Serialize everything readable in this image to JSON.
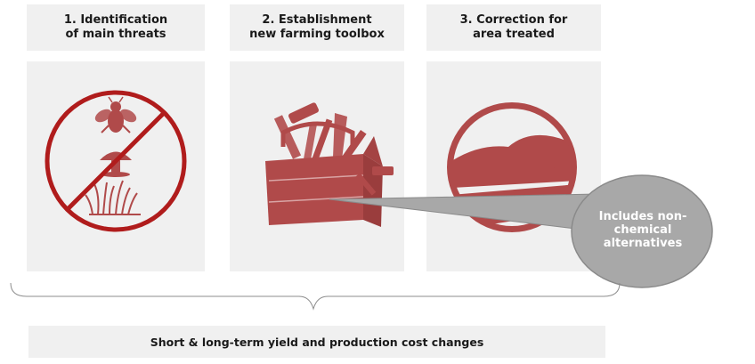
{
  "steps": [
    {
      "title": "1. Identification\nof main threats",
      "icon": "no-pests-icon"
    },
    {
      "title": "2. Establishment\nnew farming toolbox",
      "icon": "toolbox-icon"
    },
    {
      "title": "3. Correction for\narea treated",
      "icon": "field-landscape-icon"
    }
  ],
  "callout": {
    "text": "Includes non-\nchemical\nalternatives"
  },
  "summary": {
    "text": "Short & long-term yield and production cost changes"
  },
  "colors": {
    "panel_bg": "#f0f0f0",
    "icon_red": "#b04a4a",
    "prohibition_red": "#b01c1c",
    "callout_gray": "#a8a8a8",
    "brace_gray": "#8c8c8c"
  }
}
